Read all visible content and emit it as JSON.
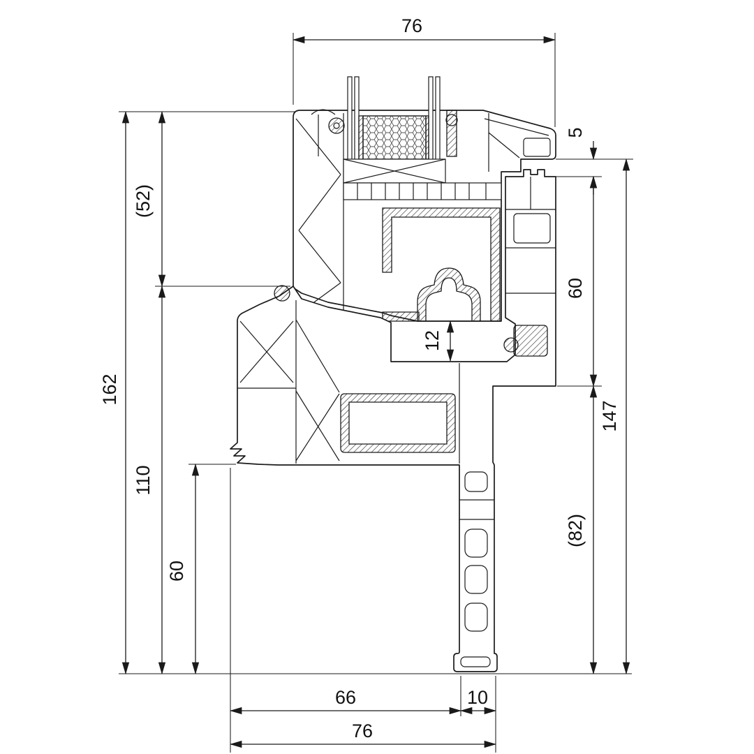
{
  "drawing": {
    "kind": "window-profile-cross-section",
    "line_color": "#1a1a1a",
    "background": "#ffffff",
    "dimensions": {
      "top_width": "76",
      "offset_5": "5",
      "left_height_52": "(52)",
      "right_height_60": "60",
      "groove_12": "12",
      "total_height_162": "162",
      "left_height_110": "110",
      "left_height_60": "60",
      "right_height_147": "147",
      "right_height_82": "(82)",
      "bottom_width_66": "66",
      "bottom_width_10": "10",
      "bottom_width_76": "76"
    }
  }
}
